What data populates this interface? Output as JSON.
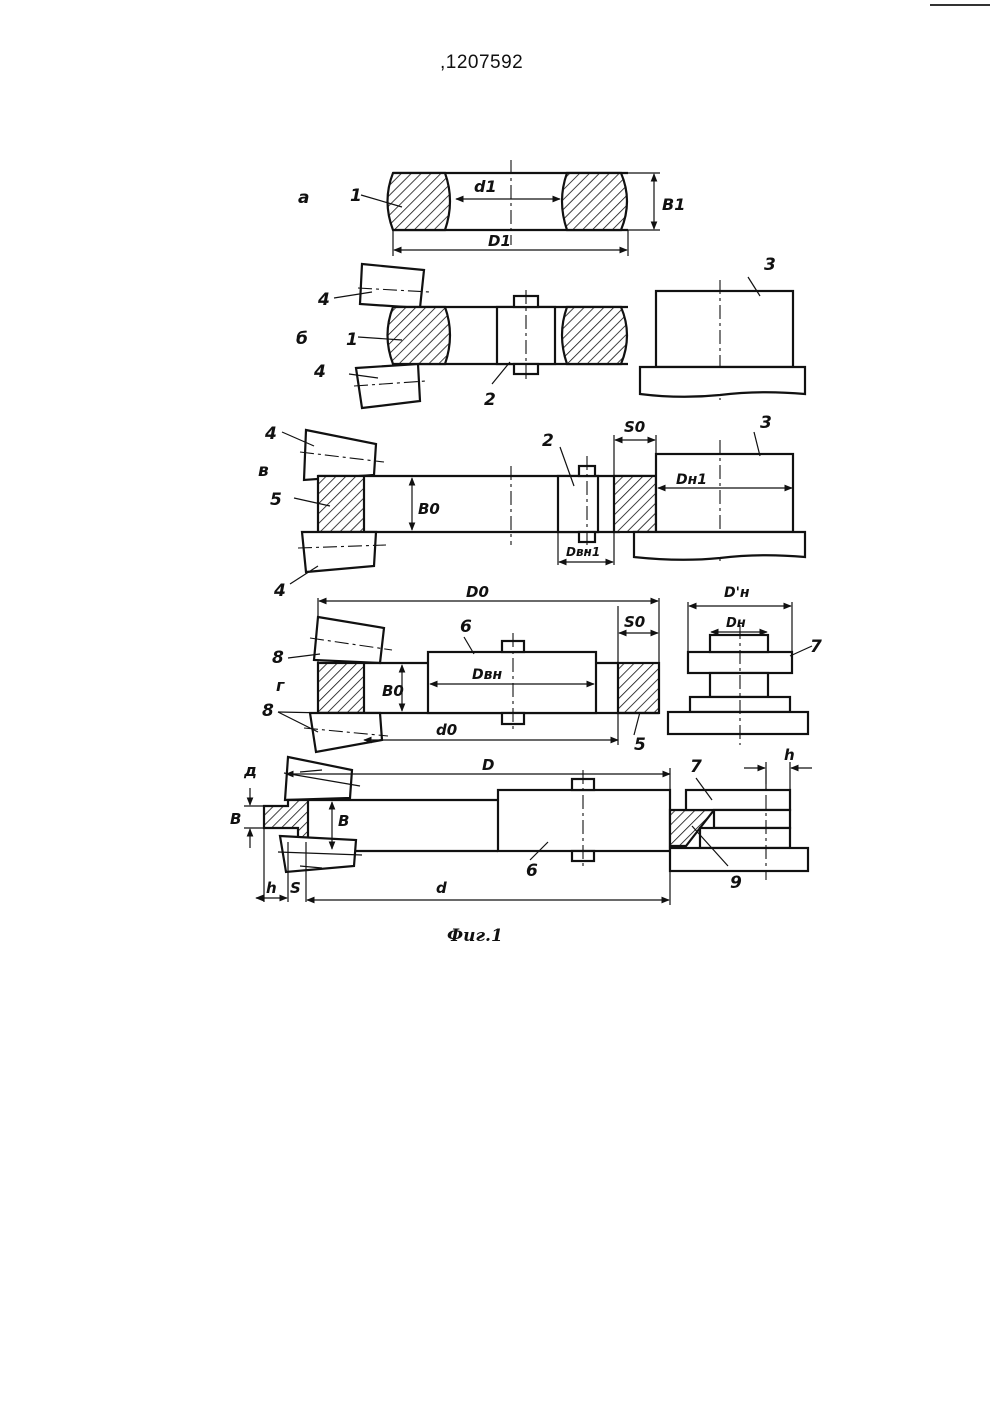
{
  "document": {
    "patent_number": ",1207592",
    "figure_caption": "Фиг.1"
  },
  "diagram": {
    "stages": [
      "а",
      "б",
      "в",
      "г",
      "д"
    ],
    "part_numbers": [
      "1",
      "2",
      "3",
      "4",
      "5",
      "6",
      "7",
      "8",
      "9"
    ],
    "dimensions": {
      "d1": "d1",
      "D1": "D1",
      "B1": "B1",
      "S0": "S0",
      "Dn1": "Dн1",
      "B0": "B0",
      "Dvn1": "Dвн1",
      "D0": "D0",
      "Dn_prime": "D'н",
      "Dn": "Dн",
      "Dvn": "Dвн",
      "d0": "d0",
      "D": "D",
      "h": "h",
      "B": "B",
      "S": "S",
      "d": "d"
    }
  }
}
